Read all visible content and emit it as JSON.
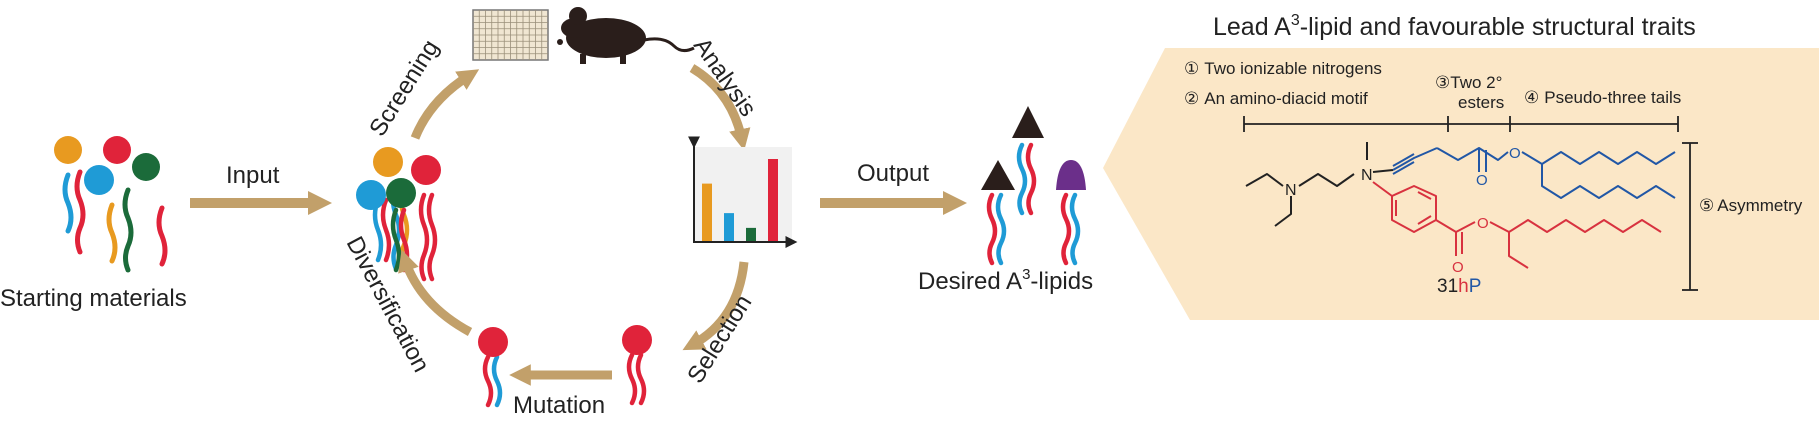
{
  "labels": {
    "starting_materials": "Starting materials",
    "input": "Input",
    "screening": "Screening",
    "analysis": "Analysis",
    "selection": "Selection",
    "mutation": "Mutation",
    "diversification": "Diversification",
    "output": "Output",
    "desired_lipids_prefix": "Desired A",
    "desired_lipids_sup": "3",
    "desired_lipids_suffix": "-lipids"
  },
  "panel": {
    "title_prefix": "Lead A",
    "title_sup": "3",
    "title_suffix": "-lipid and favourable structural traits",
    "trait1_num": "①",
    "trait1": "Two ionizable nitrogens",
    "trait2_num": "②",
    "trait2": "An amino-diacid motif",
    "trait3_num": "③",
    "trait3_line1": "Two 2°",
    "trait3_line2": "esters",
    "trait4_num": "④",
    "trait4": "Pseudo-three tails",
    "trait5_num": "⑤",
    "trait5": "Asymmetry",
    "compound_prefix": "31",
    "compound_h": "h",
    "compound_p": "P",
    "atom_n": "N",
    "atom_o": "O"
  },
  "colors": {
    "orange": "#e89a20",
    "red": "#e0233a",
    "blue": "#1f9bd6",
    "green": "#1b6b3a",
    "arrow": "#c2a06a",
    "panel_bg": "#fbe7c7",
    "chem_blue": "#2157a6",
    "chem_red": "#d8323f",
    "purple": "#6b2f8a"
  },
  "icons": {
    "plate": "well-plate-icon",
    "mouse": "mouse-icon",
    "chart": "bar-chart-icon"
  },
  "chart_data": {
    "type": "bar",
    "categories": [
      "",
      "",
      "",
      ""
    ],
    "values": [
      0.7,
      0.34,
      0.16,
      1.0
    ],
    "series_colors": [
      "#e89a20",
      "#1f9bd6",
      "#1b6b3a",
      "#e0233a"
    ],
    "ylim": [
      0,
      1.0
    ],
    "xlabel": "",
    "ylabel": ""
  }
}
